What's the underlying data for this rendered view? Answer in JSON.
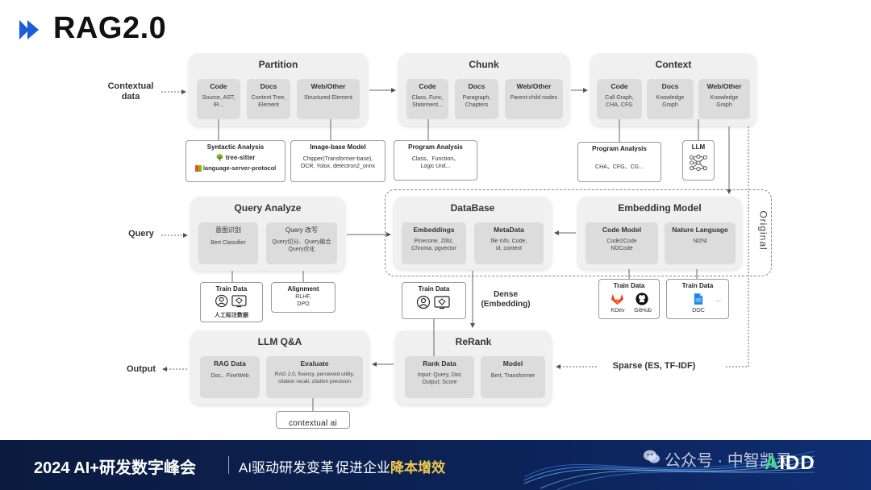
{
  "title": "RAG2.0",
  "inputs": {
    "contextual": "Contextual\ndata",
    "query": "Query",
    "output": "Output"
  },
  "partition": {
    "title": "Partition",
    "subs": [
      {
        "title": "Code",
        "desc": "Source, AST,\nIR..."
      },
      {
        "title": "Docs",
        "desc": "Content Tree,\nElement"
      },
      {
        "title": "Web/Other",
        "desc": "Structured Element"
      }
    ]
  },
  "chunk": {
    "title": "Chunk",
    "subs": [
      {
        "title": "Code",
        "desc": "Class, Func,\nStatement..."
      },
      {
        "title": "Docs",
        "desc": "Paragraph,\nChapters"
      },
      {
        "title": "Web/Other",
        "desc": "Parent-child nodes"
      }
    ]
  },
  "context": {
    "title": "Context",
    "subs": [
      {
        "title": "Code",
        "desc": "Call Graph,\nCHA, CFG"
      },
      {
        "title": "Docs",
        "desc": "Knowledge\nGraph"
      },
      {
        "title": "Web/Other",
        "desc": "Knowledge\nGraph"
      }
    ]
  },
  "syntactic": {
    "title": "Syntactic Analysis",
    "tool1": "tree-sitter",
    "tool2": "language-server-protocol"
  },
  "image_model": {
    "title": "Image-base Model",
    "desc": "Chipper(Transformer-base),\nOCR, Yolox, detectron2_onnx"
  },
  "program_analysis_1": {
    "title": "Program Analysis",
    "desc": "Class、Function、\nLogic Unit..."
  },
  "program_analysis_2": {
    "title": "Program Analysis",
    "desc": "CHA、CFG、CG..."
  },
  "llm_box": {
    "title": "LLM"
  },
  "query_analyze": {
    "title": "Query Analyze",
    "subs": [
      {
        "title": "意图识别",
        "desc": "Bert  Classifier"
      },
      {
        "title": "Query 改写",
        "desc": "Query切分、Query融合\nQuery优化"
      }
    ]
  },
  "database": {
    "title": "DataBase",
    "subs": [
      {
        "title": "Embeddings",
        "desc": "Pinecone, Zilliz,\nChroma, pgvector"
      },
      {
        "title": "MetaData",
        "desc": "file info, Code,\nid, context"
      }
    ]
  },
  "embedding_model": {
    "title": "Embedding Model",
    "subs": [
      {
        "title": "Code Model",
        "desc": "Code2Code\nNl2Code"
      },
      {
        "title": "Nature Language",
        "desc": "Nl2Nl"
      }
    ]
  },
  "original_label": "Original",
  "train_data_query": {
    "title": "Train Data",
    "caption": "人工标注数据"
  },
  "alignment": {
    "title": "Alignment",
    "desc": "RLHF,\nDPO"
  },
  "train_data_rerank": {
    "title": "Train Data"
  },
  "dense_label": "Dense\n(Embedding)",
  "train_data_code": {
    "title": "Train Data",
    "brand1": "KDev",
    "brand2": "GitHub"
  },
  "train_data_doc": {
    "title": "Train Data",
    "brand1": "DOC",
    "brand2": "..."
  },
  "llm_qa": {
    "title": "LLM Q&A",
    "subs": [
      {
        "title": "RAG Data",
        "desc": "Doc、FineWeb"
      },
      {
        "title": "Evaluate",
        "desc": "RAG 2.0, fluency, perceived utility,\ncitation recall, citation precision"
      }
    ]
  },
  "contextual_ai": "contextual ai",
  "rerank": {
    "title": "ReRank",
    "subs": [
      {
        "title": "Rank Data",
        "desc": "Input: Query, Doc\nOutput: Score"
      },
      {
        "title": "Model",
        "desc": "Bert, Transformer"
      }
    ]
  },
  "sparse_label": "Sparse (ES, TF-IDF)",
  "footer": {
    "event": "2024 AI+研发数字峰会",
    "slogan_a": "AI驱动研发变革",
    "slogan_b_plain": "促进企业",
    "slogan_b_bold": "降本增效",
    "watermark": "公众号 · 中智凯灵",
    "logo_a": "A",
    "logo_b": "IDD"
  },
  "colors": {
    "accent_blue": "#1e5bd8",
    "panel_bg": "#f0f0f0",
    "sub_bg": "#dcdcdc",
    "footer_bg": "#0c2358",
    "slogan_highlight": "#f2c94c",
    "logo_green": "#3ddc84"
  }
}
